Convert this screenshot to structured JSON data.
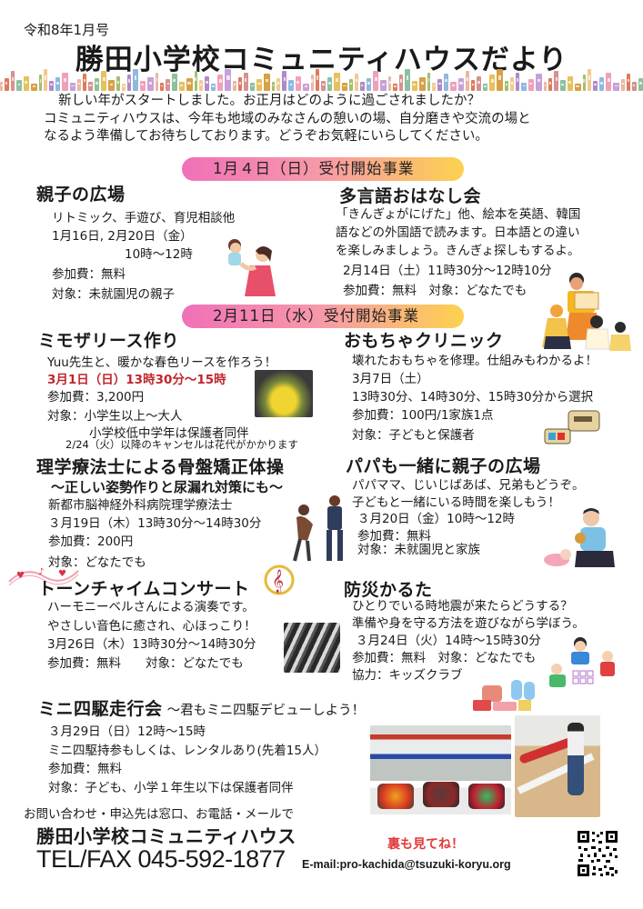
{
  "header": {
    "issue": "令和8年1月号",
    "title": "勝田小学校コミュニティハウスだより"
  },
  "intro": {
    "lines": [
      "新しい年がスタートしました。お正月はどのように過ごされましたか？",
      "コミュニティハウスは、今年も地域のみなさんの憩いの場、自分磨きや交流の場と",
      "なるよう準備してお待ちしております。どうぞお気軽にいらしてください。"
    ]
  },
  "sections": [
    {
      "ribbon": "1月４日（日）受付開始事業"
    },
    {
      "ribbon": "2月11日（水）受付開始事業"
    }
  ],
  "events": {
    "oyako": {
      "title": "親子の広場",
      "lines": [
        "リトミック、手遊び、育児相談他",
        "1月16日, 2月20日（金）",
        "10時～12時",
        "参加費：無料",
        "対象：未就園児の親子"
      ]
    },
    "tagengo": {
      "title": "多言語おはなし会",
      "lines": [
        "「きんぎょがにげた」他、絵本を英語、韓国",
        "語などの外国語で読みます。日本語との違い",
        "を楽しみましょう。きんぎょ探しもするよ。",
        "2月14日（土）11時30分～12時10分",
        "参加費：無料　対象：どなたでも"
      ]
    },
    "mimosa": {
      "title": "ミモザリース作り",
      "lines": [
        "Yuu先生と、暖かな春色リースを作ろう！",
        "3月1日（日）13時30分～15時",
        "参加費：3,200円",
        "対象：小学生以上～大人",
        "小学校低中学年は保護者同伴",
        "2/24（火）以降のキャンセルは花代がかかります"
      ]
    },
    "toy": {
      "title": "おもちゃクリニック",
      "lines": [
        "壊れたおもちゃを修理。仕組みもわかるよ！",
        "3月7日（土）",
        "13時30分、14時30分、15時30分から選択",
        "参加費：100円/1家族1点",
        "対象：子どもと保護者"
      ]
    },
    "pelvis": {
      "title": "理学療法士による骨盤矯正体操",
      "subtitle": "～正しい姿勢作りと尿漏れ対策にも～",
      "lines": [
        "新都市脳神経外科病院理学療法士",
        "３月19日（木）13時30分～14時30分",
        "参加費：200円",
        "対象：どなたでも"
      ]
    },
    "papa": {
      "title": "パパも一緒に親子の広場",
      "lines": [
        "パパママ、じいじばあば、兄弟もどうぞ。",
        "子どもと一緒にいる時間を楽しもう！",
        "３月20日（金）10時～12時",
        "参加費：無料",
        "対象：未就園児と家族"
      ]
    },
    "tonechime": {
      "title": "トーンチャイムコンサート",
      "lines": [
        "ハーモニーベルさんによる演奏です。",
        "やさしい音色に癒され、心ほっこり！",
        "3月26日（木）13時30分～14時30分",
        "参加費：無料　　対象：どなたでも"
      ]
    },
    "bousai": {
      "title": "防災かるた",
      "lines": [
        "ひとりでいる時地震が来たらどうする？",
        "準備や身を守る方法を遊びながら学ぼう。",
        "３月24日（火）14時～15時30分",
        "参加費：無料　対象：どなたでも",
        "協力：キッズクラブ"
      ]
    },
    "mini4wd": {
      "title": "ミニ四駆走行会",
      "subtitle": "～君もミニ四駆デビューしよう！",
      "lines": [
        "３月29日（日）12時～15時",
        "ミニ四駆持参もしくは、レンタルあり(先着15人）",
        "参加費：無料",
        "対象：子ども、小学１年生以下は保護者同伴"
      ]
    }
  },
  "contact": {
    "lead": "お問い合わせ・申込先は窓口、お電話・メールで",
    "name": "勝田小学校コミュニティハウス",
    "tel": "TEL/FAX 045-592-1877",
    "email": "E-mail:pro-kachida@tsuzuki-koryu.org",
    "back_note": "裏も見てね！"
  },
  "colors": {
    "ribbon_start": "#f070b8",
    "ribbon_end": "#fdd14e",
    "highlight_red": "#c0252c",
    "back_note_red": "#e03a3a"
  }
}
